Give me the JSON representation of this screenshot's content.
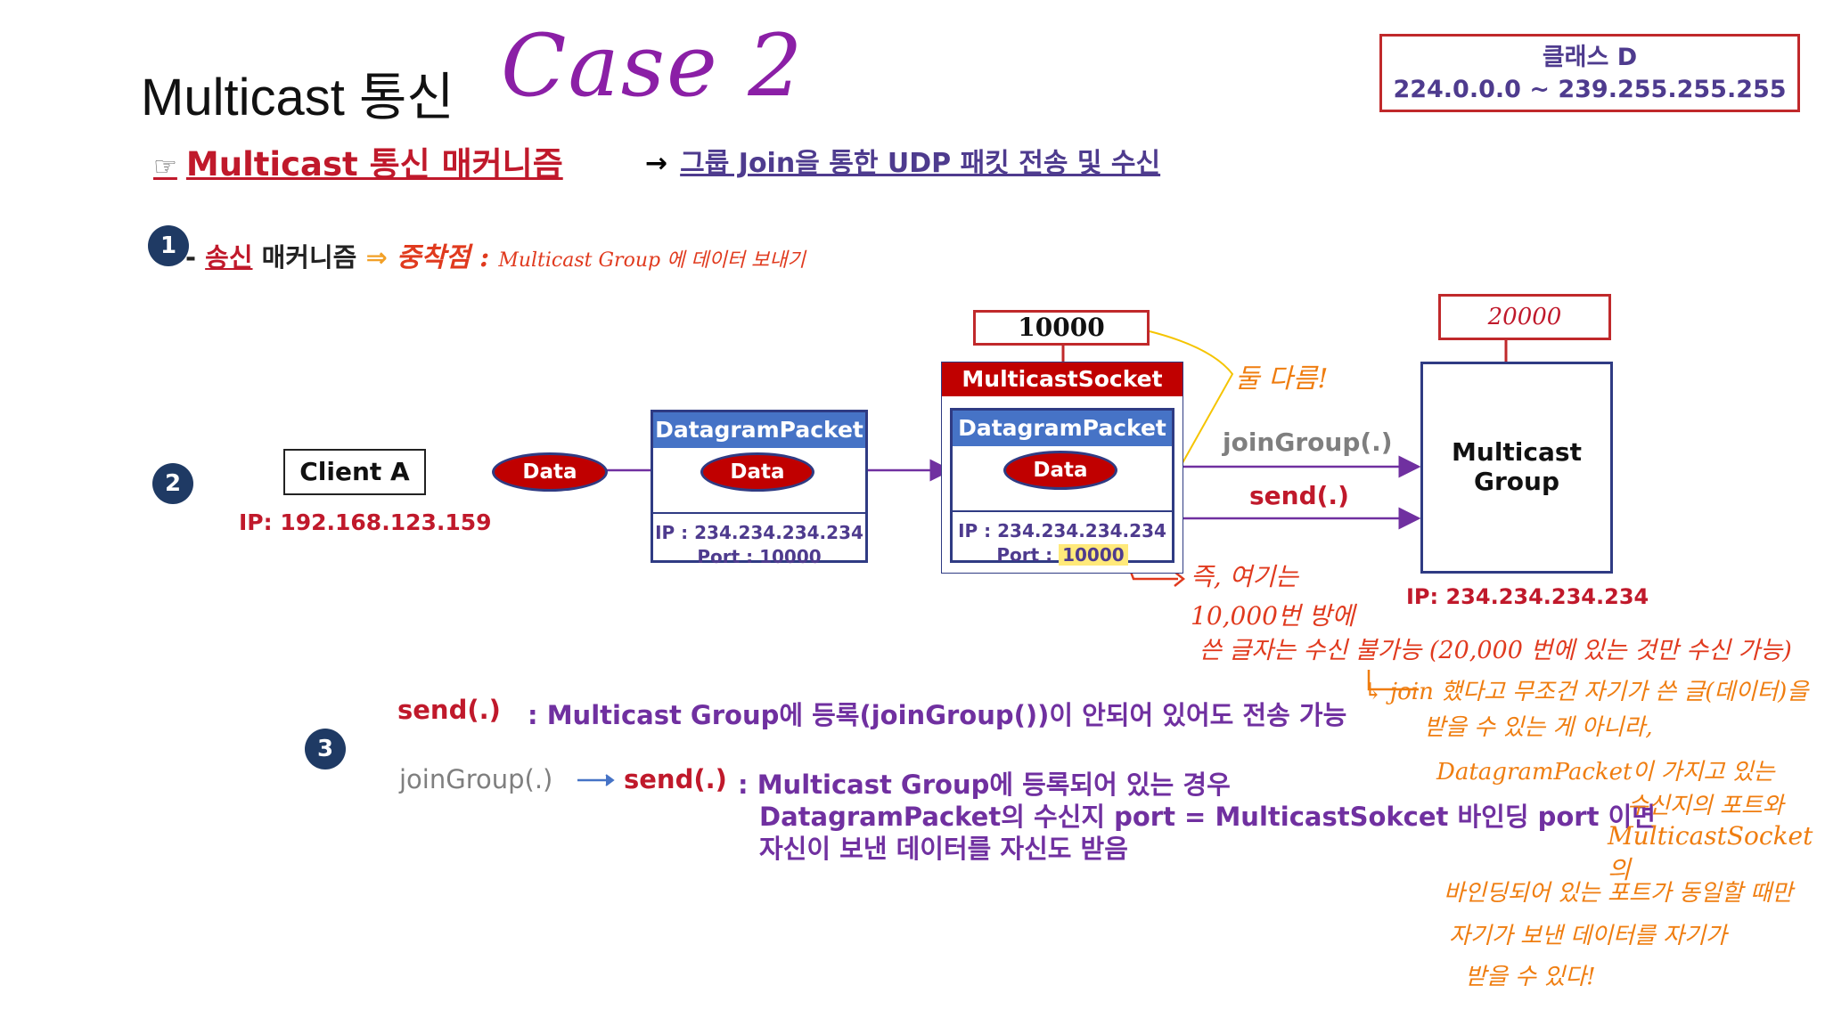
{
  "header": {
    "title": "Multicast 통신",
    "case_label": "Case 2",
    "class_box": {
      "line1": "클래스 D",
      "line2": "224.0.0.0 ~ 239.255.255.255"
    },
    "subtitle_hand": "☞",
    "subtitle": "Multicast 통신 매커니즘",
    "subtitle_arrow": "→",
    "subtitle_desc": "그룹 Join을 통한 UDP 패킷 전송 및 수신"
  },
  "step1": {
    "number": "1",
    "prefix": "- ",
    "red_word": "송신",
    "black_word": " 매커니즘",
    "arrow": "⇒",
    "focus_word": "중착점 :",
    "note": "Multicast Group 에 데이터 보내기"
  },
  "diagram": {
    "number": "2",
    "client_label": "Client A",
    "client_ip": "IP: 192.168.123.159",
    "data_label": "Data",
    "packet_title": "DatagramPacket",
    "packet_ip": "IP : 234.234.234.234",
    "packet_port_label": "Port : ",
    "packet_port_value": "10000",
    "socket_title": "MulticastSocket",
    "socket_port": "10000",
    "group_port": "20000",
    "join_label": "joinGroup(.)",
    "send_label": "send(.)",
    "group_line1": "Multicast",
    "group_line2": "Group",
    "group_ip": "IP: 234.234.234.234",
    "note_diff": "둘 다름!",
    "note_port_1": "즉, 여기는",
    "note_port_2": "10,000번 방에",
    "note_port_3": "쓴 글자는 수신 불가능 (20,000 번에 있는 것만 수신 가능)"
  },
  "step3": {
    "number": "3",
    "send_label": "send(.)",
    "send_desc": ": Multicast Group에 등록(joinGroup())이 안되어 있어도 전송 가능",
    "join_label": "joinGroup(.)",
    "arrow": "→",
    "send_label2": "send(.)",
    "desc_line1": ": Multicast Group에 등록되어 있는 경우",
    "desc_line2": "DatagramPacket의 수신지 port = MulticastSokcet 바인딩 port 이면",
    "desc_line3": "자신이 보낸 데이터를 자신도 받음"
  },
  "side_note": {
    "line1": "↳ join 했다고 무조건 자기가 쓴 글(데이터)을",
    "line2": "받을 수 있는 게 아니라,",
    "line3": "DatagramPacket이 가지고 있는",
    "line4": "수신지의 포트와",
    "line5": "MulticastSocket의",
    "line6": "바인딩되어 있는 포트가 동일할 때만",
    "line7": "자기가 보낸 데이터를 자기가",
    "line8": "받을 수 있다!"
  },
  "colors": {
    "accent_red": "#c0192b",
    "accent_purple": "#7030a0",
    "box_border": "#2f3b83",
    "box_head": "#4673c6",
    "socket_head": "#c00000",
    "handwriting_orange": "#ef7d10",
    "handwriting_red": "#e03a1e"
  }
}
